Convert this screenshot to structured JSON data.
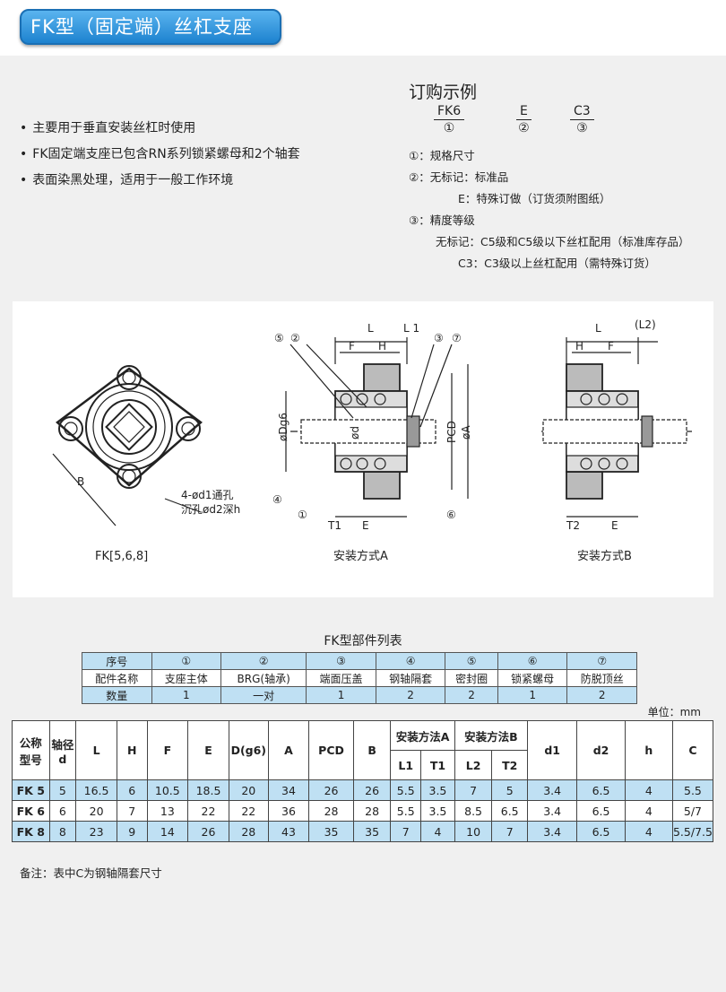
{
  "header": {
    "title": "FK型（固定端）丝杠支座"
  },
  "features": [
    "主要用于垂直安装丝杠时使用",
    "FK固定端支座已包含RN系列锁紧螺母和2个轴套",
    "表面染黑处理，适用于一般工作环境"
  ],
  "order": {
    "title": "订购示例",
    "codes": [
      {
        "code": "FK6",
        "num": "①"
      },
      {
        "code": "E",
        "num": "②"
      },
      {
        "code": "C3",
        "num": "③"
      }
    ],
    "lines": [
      "①：规格尺寸",
      "②：无标记：标准品",
      "E：特殊订做（订货须附图纸）",
      "③：精度等级",
      "无标记：C5级和C5级以下丝杠配用（标准库存品）",
      "C3：C3级以上丝杠配用（需特殊订货）"
    ]
  },
  "drawing": {
    "captions": {
      "front": "FK[5,6,8]",
      "mount_a": "安装方式A",
      "mount_b": "安装方式B"
    },
    "front_labels": {
      "b": "B",
      "hole1": "4-ød1通孔",
      "hole2": "沉孔ød2深h"
    },
    "dims_a": {
      "l": "L",
      "l1": "L 1",
      "f": "F",
      "h": "H",
      "dg6": "øDg6",
      "d": "ød",
      "pcd": "PCD",
      "a": "øA",
      "t1": "T1",
      "e": "E"
    },
    "dims_b": {
      "l": "L",
      "l2": "(L2)",
      "h": "H",
      "f": "F",
      "t2": "T2",
      "e": "E"
    },
    "callouts": [
      "⑤",
      "②",
      "③",
      "⑦",
      "④",
      "①",
      "⑥"
    ]
  },
  "parts_table": {
    "title": "FK型部件列表",
    "rows": [
      [
        "序号",
        "①",
        "②",
        "③",
        "④",
        "⑤",
        "⑥",
        "⑦"
      ],
      [
        "配件名称",
        "支座主体",
        "BRG(轴承)",
        "端面压盖",
        "钢轴隔套",
        "密封圈",
        "锁紧螺母",
        "防脱顶丝"
      ],
      [
        "数量",
        "1",
        "一对",
        "1",
        "2",
        "2",
        "1",
        "2"
      ]
    ]
  },
  "unit": "单位：mm",
  "spec_table": {
    "headers": {
      "model_1": "公称",
      "model_2": "型号",
      "shaft_1": "轴径",
      "shaft_2": "d",
      "L": "L",
      "H": "H",
      "F": "F",
      "E": "E",
      "Dg6": "D(g6)",
      "A": "A",
      "PCD": "PCD",
      "B": "B",
      "mount_a": "安装方法A",
      "mount_b": "安装方法B",
      "L1": "L1",
      "T1": "T1",
      "L2": "L2",
      "T2": "T2",
      "d1": "d1",
      "d2": "d2",
      "h": "h",
      "C": "C"
    },
    "rows": [
      [
        "FK 5",
        "5",
        "16.5",
        "6",
        "10.5",
        "18.5",
        "20",
        "34",
        "26",
        "26",
        "5.5",
        "3.5",
        "7",
        "5",
        "3.4",
        "6.5",
        "4",
        "5.5"
      ],
      [
        "FK 6",
        "6",
        "20",
        "7",
        "13",
        "22",
        "22",
        "36",
        "28",
        "28",
        "5.5",
        "3.5",
        "8.5",
        "6.5",
        "3.4",
        "6.5",
        "4",
        "5/7"
      ],
      [
        "FK 8",
        "8",
        "23",
        "9",
        "14",
        "26",
        "28",
        "43",
        "35",
        "35",
        "7",
        "4",
        "10",
        "7",
        "3.4",
        "6.5",
        "4",
        "5.5/7.5"
      ]
    ]
  },
  "note": "备注：表中C为钢轴隔套尺寸",
  "colors": {
    "title_blue": "#1d82cf",
    "row_highlight": "#bfe0f3"
  }
}
